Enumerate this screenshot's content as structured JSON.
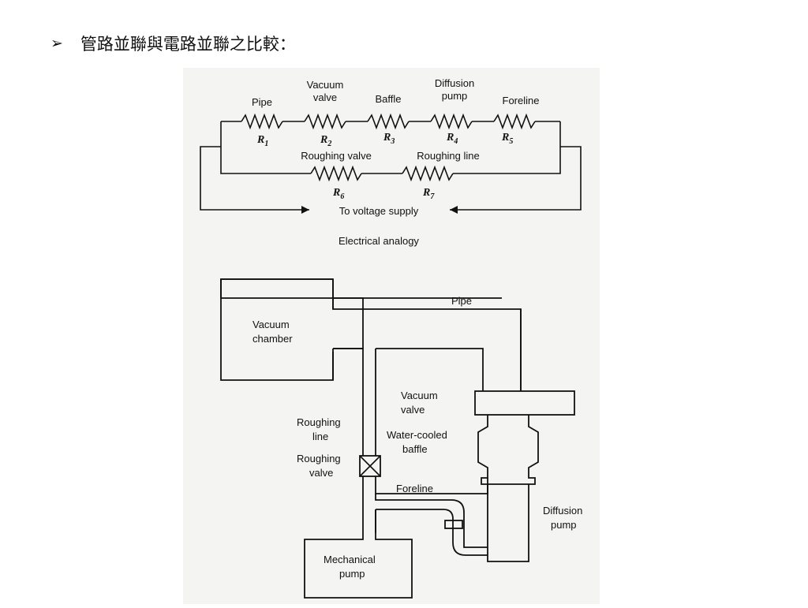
{
  "heading": {
    "bullet_glyph": "➢",
    "text": "管路並聯與電路並聯之比較："
  },
  "electrical": {
    "series_labels": [
      {
        "line1": "",
        "line2": "Pipe",
        "r": "R",
        "sub": "1"
      },
      {
        "line1": "Vacuum",
        "line2": "valve",
        "r": "R",
        "sub": "2"
      },
      {
        "line1": "",
        "line2": "Baffle",
        "r": "R",
        "sub": "3"
      },
      {
        "line1": "Diffusion",
        "line2": "pump",
        "r": "R",
        "sub": "4"
      },
      {
        "line1": "",
        "line2": "Foreline",
        "r": "R",
        "sub": "5"
      }
    ],
    "parallel_labels": [
      {
        "name": "Roughing valve",
        "r": "R",
        "sub": "6"
      },
      {
        "name": "Roughing line",
        "r": "R",
        "sub": "7"
      }
    ],
    "supply_label": "To voltage supply",
    "caption": "Electrical analogy"
  },
  "vacuum_system": {
    "chamber_line1": "Vacuum",
    "chamber_line2": "chamber",
    "pipe": "Pipe",
    "vacuum_valve_line1": "Vacuum",
    "vacuum_valve_line2": "valve",
    "baffle_line1": "Water-cooled",
    "baffle_line2": "baffle",
    "roughing_line_line1": "Roughing",
    "roughing_line_line2": "line",
    "roughing_valve_line1": "Roughing",
    "roughing_valve_line2": "valve",
    "foreline": "Foreline",
    "diffusion_line1": "Diffusion",
    "diffusion_line2": "pump",
    "mech_line1": "Mechanical",
    "mech_line2": "pump"
  }
}
